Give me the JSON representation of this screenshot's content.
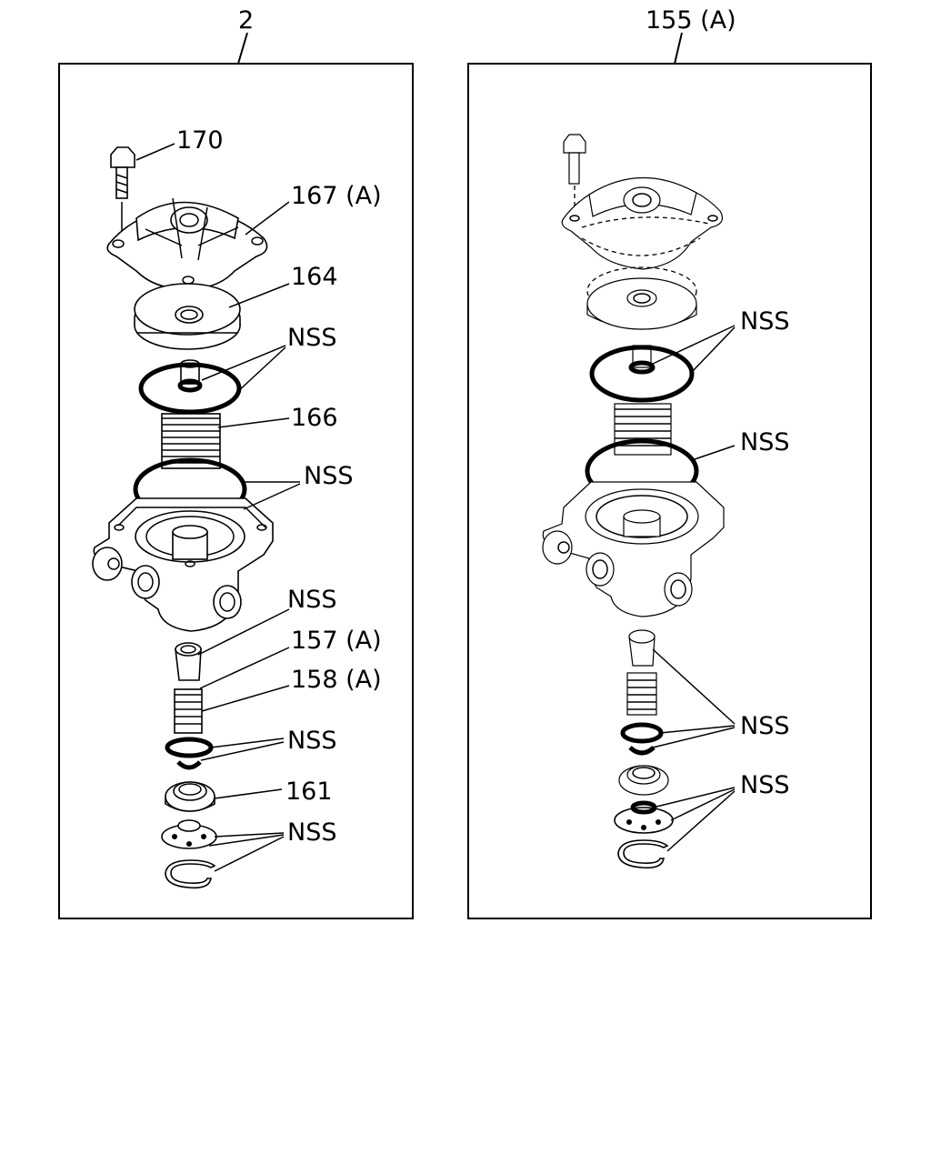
{
  "assemblies": [
    {
      "ref": "2",
      "callouts": [
        "170",
        "167 (A)",
        "164",
        "NSS",
        "166",
        "NSS",
        "NSS",
        "157 (A)",
        "158 (A)",
        "NSS",
        "161",
        "NSS"
      ]
    },
    {
      "ref": "155 (A)",
      "callouts": [
        "NSS",
        "NSS",
        "NSS",
        "NSS"
      ]
    }
  ]
}
